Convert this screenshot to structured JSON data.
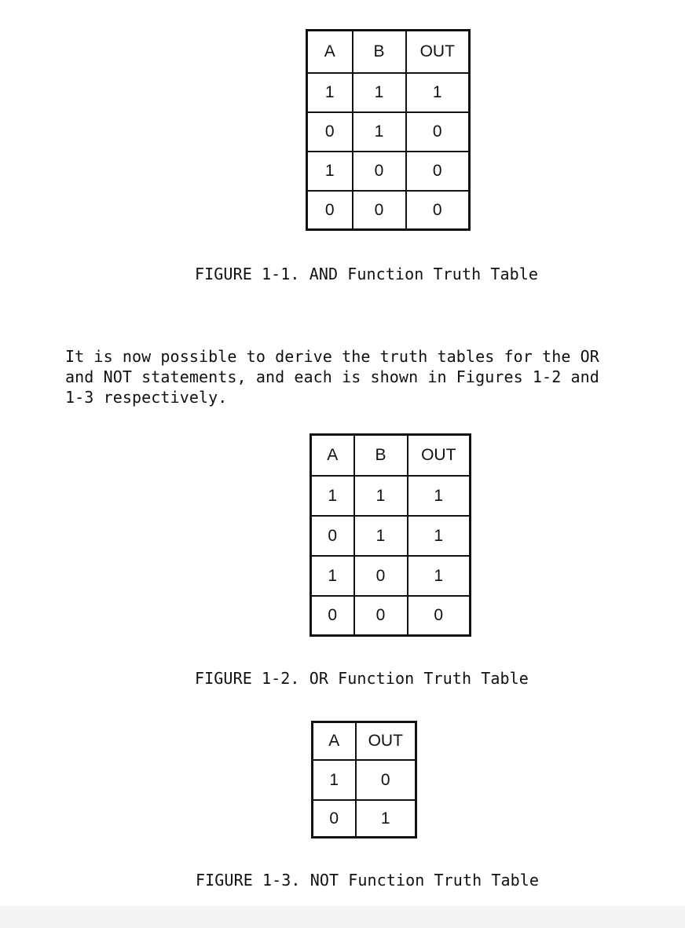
{
  "figures": [
    {
      "headers": [
        "A",
        "B",
        "OUT"
      ],
      "rows": [
        [
          "1",
          "1",
          "1"
        ],
        [
          "0",
          "1",
          "0"
        ],
        [
          "1",
          "0",
          "0"
        ],
        [
          "0",
          "0",
          "0"
        ]
      ],
      "caption": "FIGURE 1-1. AND Function Truth Table"
    },
    {
      "headers": [
        "A",
        "B",
        "OUT"
      ],
      "rows": [
        [
          "1",
          "1",
          "1"
        ],
        [
          "0",
          "1",
          "1"
        ],
        [
          "1",
          "0",
          "1"
        ],
        [
          "0",
          "0",
          "0"
        ]
      ],
      "caption": "FIGURE 1-2. OR Function Truth Table"
    },
    {
      "headers": [
        "A",
        "OUT"
      ],
      "rows": [
        [
          "1",
          "0"
        ],
        [
          "0",
          "1"
        ]
      ],
      "caption": "FIGURE 1-3. NOT Function Truth Table"
    }
  ],
  "paragraph": {
    "lines": [
      "It is now possible to derive the truth tables for the OR",
      "and NOT statements, and each is shown in Figures 1-2 and",
      "1-3 respectively."
    ]
  }
}
